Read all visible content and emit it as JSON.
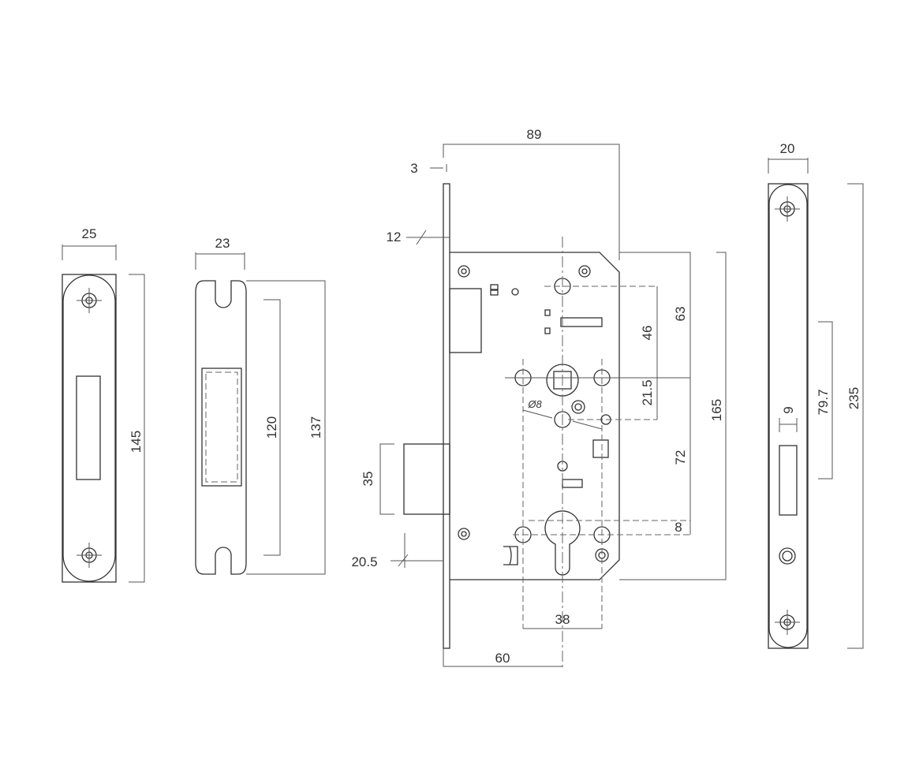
{
  "drawing": {
    "strike_plate_flat": {
      "width": "25",
      "height": "145"
    },
    "strike_plate_box": {
      "width": "23",
      "inner_height": "120",
      "height": "137"
    },
    "lock_body": {
      "overall_width": "89",
      "faceplate_thickness": "3",
      "top_offset": "12",
      "deadbolt_height": "35",
      "bottom_offset": "20.5",
      "backset": "60",
      "hole_spacing": "38",
      "spindle_to_top_holes": "46",
      "spindle_to_top": "63",
      "spindle_to_hole": "21.5",
      "body_height": "165",
      "centre_distance": "72",
      "cylinder_offset": "8",
      "hole_diameter": "Ø8"
    },
    "faceplate": {
      "width": "20",
      "slot_width": "9",
      "slot_height": "79.7",
      "height": "235"
    }
  }
}
